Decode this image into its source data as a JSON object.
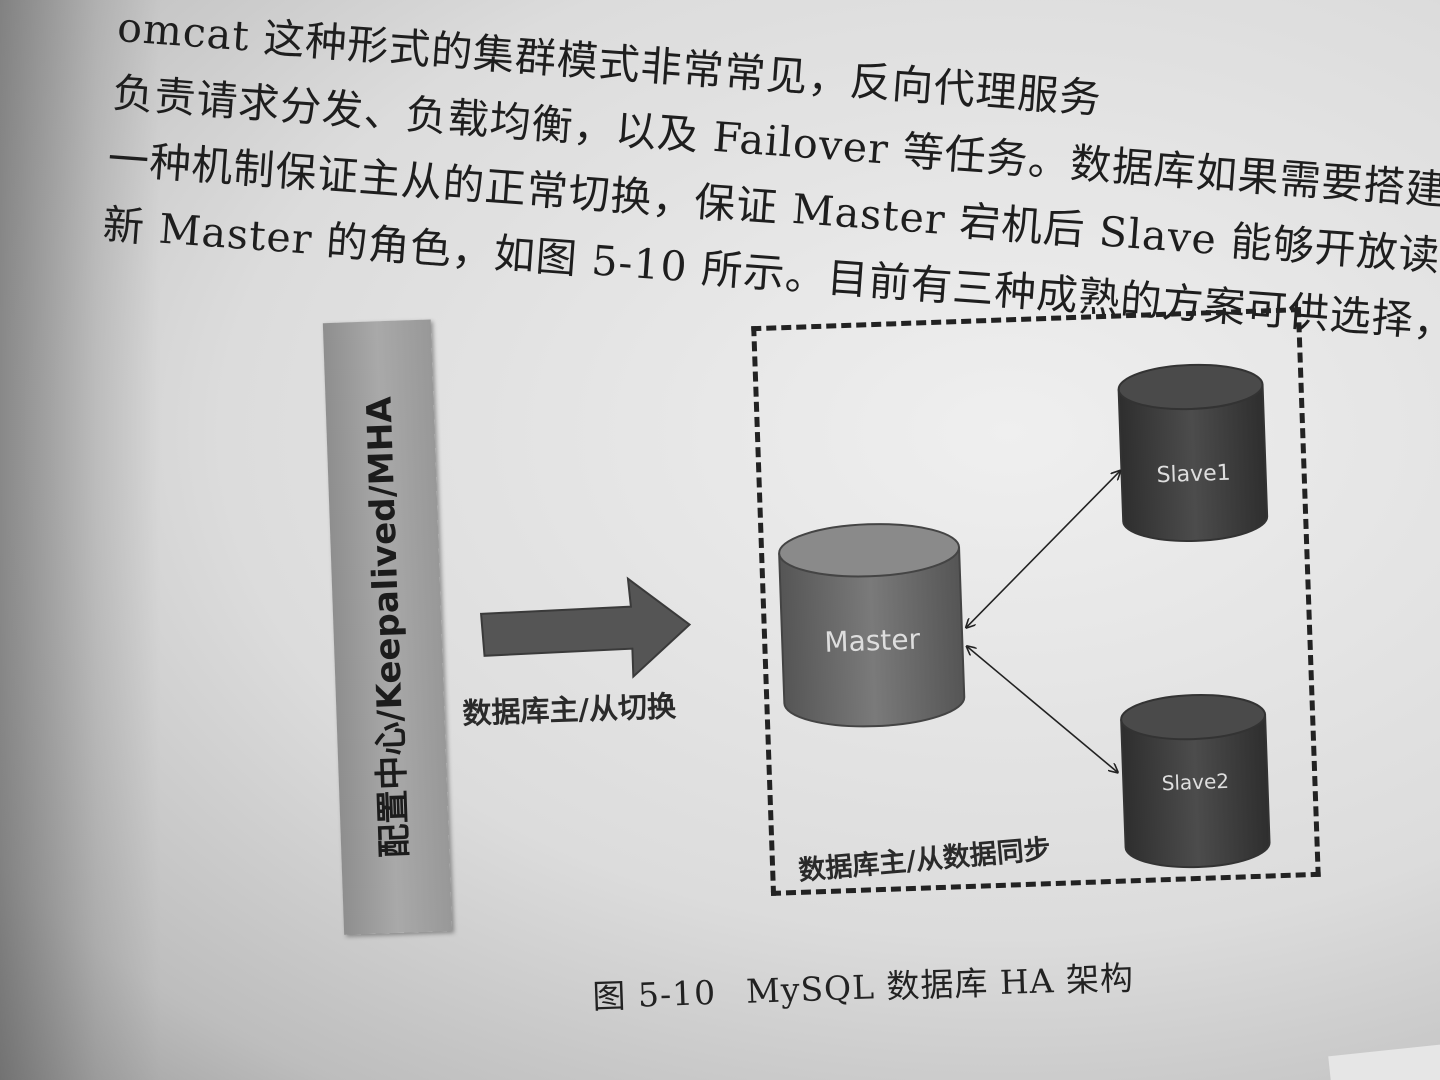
{
  "text_lines": [
    "omcat 这种形式的集群模式非常常见，反向代理服务",
    "负责请求分发、负载均衡，以及 Failover 等任务。数据库如果需要搭建 HA，也",
    "一种机制保证主从的正常切换，保证 Master 宕机后 Slave 能够开放读写权限，",
    "新 Master 的角色，如图 5-10 所示。目前有三种成熟的方案可供选择，如下所示",
    ""
  ],
  "figure": {
    "config_label": "配置中心/Keepalived/MHA",
    "switch_label": "数据库主/从切换",
    "sync_label": "数据库主/从数据同步",
    "master_label": "Master",
    "slave1_label": "Slave1",
    "slave2_label": "Slave2",
    "caption_num": "图 5-10",
    "caption_text": "MySQL 数据库 HA 架构"
  },
  "colors": {
    "paper": "#e4e4e4",
    "master_fill": "#6b6b6b",
    "slave_fill": "#3f3f3f",
    "config_fill": "#a0a0a0",
    "arrow_fill": "#555555"
  }
}
